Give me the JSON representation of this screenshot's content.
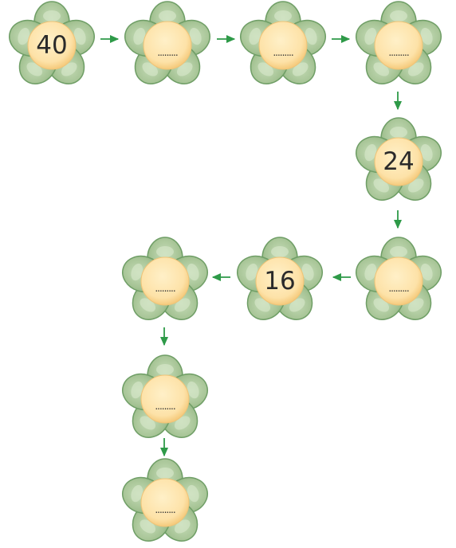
{
  "colors": {
    "petal_fill": "#a9c69a",
    "petal_stroke": "#6f9e66",
    "petal_highlight": "#cfe2c2",
    "center_fill": "#fde2a8",
    "center_edge": "#f6cf83",
    "arrow": "#2e9a48"
  },
  "flowers": [
    {
      "value": "40",
      "blank": ""
    },
    {
      "value": "",
      "blank": "........."
    },
    {
      "value": "",
      "blank": "........."
    },
    {
      "value": "",
      "blank": "........."
    },
    {
      "value": "24",
      "blank": ""
    },
    {
      "value": "",
      "blank": "........."
    },
    {
      "value": "16",
      "blank": ""
    },
    {
      "value": "",
      "blank": "........."
    },
    {
      "value": "",
      "blank": "........."
    },
    {
      "value": "",
      "blank": "........."
    }
  ]
}
